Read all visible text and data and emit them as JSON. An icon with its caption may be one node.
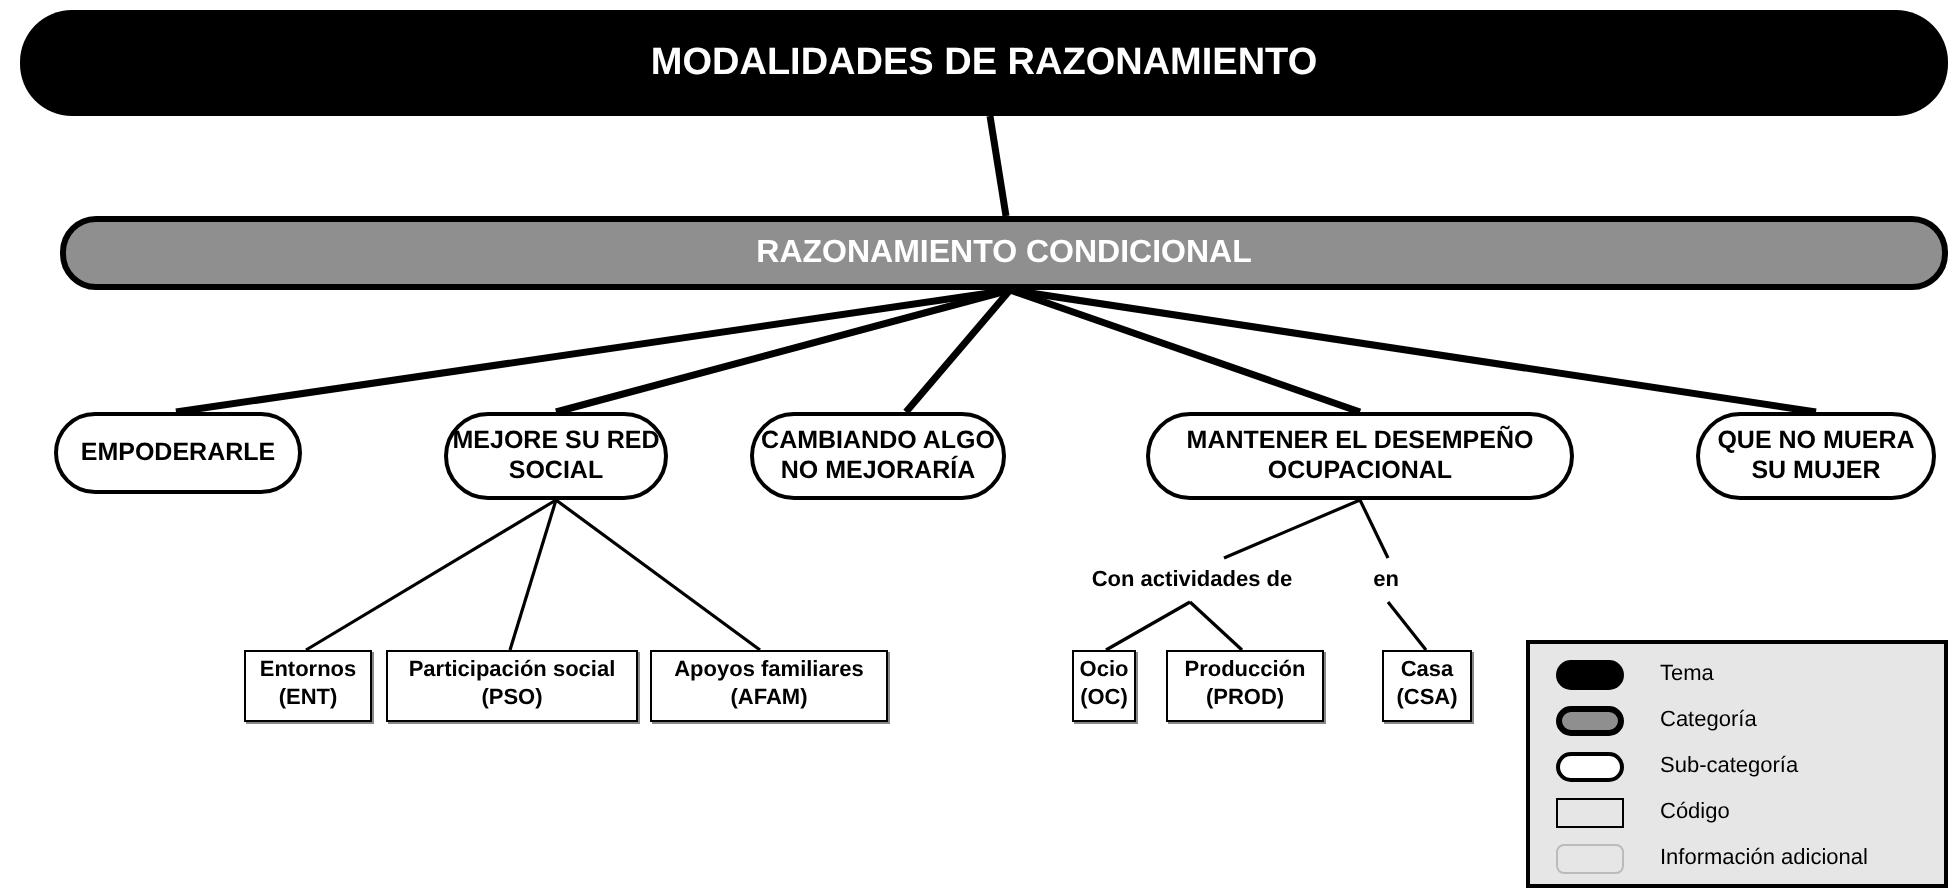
{
  "diagram": {
    "nodes": [
      {
        "text": [
          "MODALIDADES DE RAZONAMIENTO"
        ]
      },
      {
        "text": [
          "RAZONAMIENTO CONDICIONAL"
        ]
      },
      {
        "text": [
          "EMPODERARLE"
        ]
      },
      {
        "text": [
          "MEJORE SU RED SOCIAL"
        ]
      },
      {
        "text": [
          "CAMBIANDO ALGO NO MEJORARÍA"
        ]
      },
      {
        "text": [
          "MANTENER EL DESEMPEÑO OCUPACIONAL"
        ]
      },
      {
        "text": [
          "QUE NO MUERA SU MUJER"
        ]
      },
      {
        "text": [
          "Entornos (ENT)"
        ]
      },
      {
        "text": [
          "Participación social (PSO)"
        ]
      },
      {
        "text": [
          "Apoyos familiares (AFAM)"
        ]
      },
      {
        "text": [
          "Con actividades de"
        ]
      },
      {
        "text": [
          "en"
        ]
      },
      {
        "text": [
          "Ocio (OC)"
        ]
      },
      {
        "text": [
          "Producción (PROD)"
        ]
      },
      {
        "text": [
          "Casa (CSA)"
        ]
      }
    ],
    "edges": [
      {
        "from": 0,
        "to": 1,
        "arrow": "none",
        "style": "thick"
      },
      {
        "from": 1,
        "to": 2,
        "arrow": "none",
        "style": "thick"
      },
      {
        "from": 1,
        "to": 3,
        "arrow": "none",
        "style": "thick"
      },
      {
        "from": 1,
        "to": 4,
        "arrow": "none",
        "style": "thick"
      },
      {
        "from": 1,
        "to": 5,
        "arrow": "none",
        "style": "thick"
      },
      {
        "from": 1,
        "to": 6,
        "arrow": "none",
        "style": "thick"
      },
      {
        "from": 3,
        "to": 7,
        "arrow": "none"
      },
      {
        "from": 3,
        "to": 8,
        "arrow": "none"
      },
      {
        "from": 3,
        "to": 9,
        "arrow": "none"
      },
      {
        "from": 5,
        "to": 10,
        "arrow": "none"
      },
      {
        "from": 5,
        "to": 11,
        "arrow": "none"
      },
      {
        "from": 10,
        "to": 12,
        "arrow": "none"
      },
      {
        "from": 10,
        "to": 13,
        "arrow": "none"
      },
      {
        "from": 11,
        "to": 14,
        "arrow": "none"
      }
    ],
    "legend": [
      {
        "text": "Tema"
      },
      {
        "text": "Categoría"
      },
      {
        "text": "Sub-categoría"
      },
      {
        "text": "Código"
      },
      {
        "text": "Información adicional"
      }
    ]
  }
}
